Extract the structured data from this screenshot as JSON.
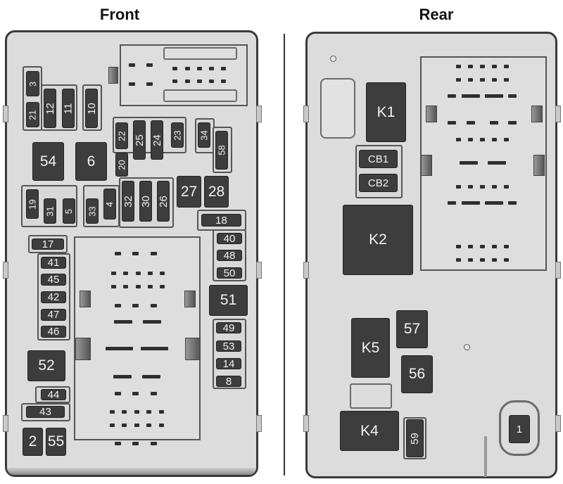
{
  "titles": {
    "front": "Front",
    "rear": "Rear"
  },
  "front": {
    "top_row": [
      {
        "id": "3",
        "label": "3"
      },
      {
        "id": "21",
        "label": "21"
      },
      {
        "id": "12",
        "label": "12"
      },
      {
        "id": "11",
        "label": "11"
      },
      {
        "id": "10",
        "label": "10"
      }
    ],
    "mid_fuses": [
      {
        "id": "22",
        "label": "22"
      },
      {
        "id": "25",
        "label": "25"
      },
      {
        "id": "24",
        "label": "24"
      },
      {
        "id": "23",
        "label": "23"
      },
      {
        "id": "34",
        "label": "34"
      },
      {
        "id": "58",
        "label": "58"
      },
      {
        "id": "20",
        "label": "20"
      }
    ],
    "relays": [
      {
        "id": "54",
        "label": "54"
      },
      {
        "id": "6",
        "label": "6"
      },
      {
        "id": "27",
        "label": "27"
      },
      {
        "id": "28",
        "label": "28"
      },
      {
        "id": "51",
        "label": "51"
      },
      {
        "id": "52",
        "label": "52"
      },
      {
        "id": "2",
        "label": "2"
      },
      {
        "id": "55",
        "label": "55"
      }
    ],
    "row3": [
      {
        "id": "19",
        "label": "19"
      },
      {
        "id": "31",
        "label": "31"
      },
      {
        "id": "5",
        "label": "5"
      },
      {
        "id": "33",
        "label": "33"
      },
      {
        "id": "4",
        "label": "4"
      },
      {
        "id": "32",
        "label": "32"
      },
      {
        "id": "30",
        "label": "30"
      },
      {
        "id": "26",
        "label": "26"
      }
    ],
    "left_column": [
      {
        "id": "17",
        "label": "17"
      },
      {
        "id": "41",
        "label": "41"
      },
      {
        "id": "45",
        "label": "45"
      },
      {
        "id": "42",
        "label": "42"
      },
      {
        "id": "47",
        "label": "47"
      },
      {
        "id": "46",
        "label": "46"
      },
      {
        "id": "44",
        "label": "44"
      },
      {
        "id": "43",
        "label": "43"
      }
    ],
    "right_column": [
      {
        "id": "18",
        "label": "18"
      },
      {
        "id": "40",
        "label": "40"
      },
      {
        "id": "48",
        "label": "48"
      },
      {
        "id": "50",
        "label": "50"
      },
      {
        "id": "49",
        "label": "49"
      },
      {
        "id": "53",
        "label": "53"
      },
      {
        "id": "14",
        "label": "14"
      },
      {
        "id": "8",
        "label": "8"
      }
    ]
  },
  "rear": {
    "components": [
      {
        "id": "K1",
        "label": "K1"
      },
      {
        "id": "CB1",
        "label": "CB1"
      },
      {
        "id": "CB2",
        "label": "CB2"
      },
      {
        "id": "K2",
        "label": "K2"
      },
      {
        "id": "K5",
        "label": "K5"
      },
      {
        "id": "57",
        "label": "57"
      },
      {
        "id": "56",
        "label": "56"
      },
      {
        "id": "K4",
        "label": "K4"
      },
      {
        "id": "59",
        "label": "59"
      },
      {
        "id": "1",
        "label": "1"
      }
    ]
  },
  "colors": {
    "component": "#3d3d3d",
    "housing": "#dcdcdc",
    "outline": "#3a3a3a",
    "label": "#f2f2f2"
  }
}
